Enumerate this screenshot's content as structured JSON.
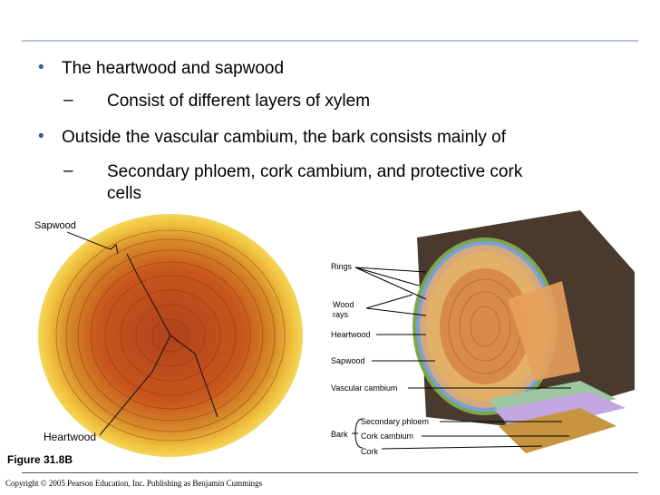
{
  "bullets": [
    {
      "text": "The heartwood and sapwood",
      "sub": "Consist of different layers of xylem"
    },
    {
      "text": "Outside the vascular cambium, the bark consists mainly of",
      "sub_line1": "Secondary phloem, cork cambium, and protective cork",
      "sub_line2": "cells"
    }
  ],
  "figure_labels": {
    "sapwood": "Sapwood",
    "heartwood": "Heartwood",
    "rings": "Rings",
    "wood": "Wood",
    "rays": "rays",
    "heartwood2": "Heartwood",
    "sapwood2": "Sapwood",
    "vascular_cambium": "Vascular cambium",
    "bark": "Bark",
    "secondary_phloem": "Secondary phloem",
    "cork_cambium": "Cork cambium",
    "cork": "Cork"
  },
  "figure_caption": "Figure  31.8B",
  "copyright": "Copyright © 2005 Pearson Education, Inc. Publishing as Benjamin Cummings",
  "colors": {
    "bullet": "#3c5a9a",
    "rule": "#b9c3d3"
  }
}
